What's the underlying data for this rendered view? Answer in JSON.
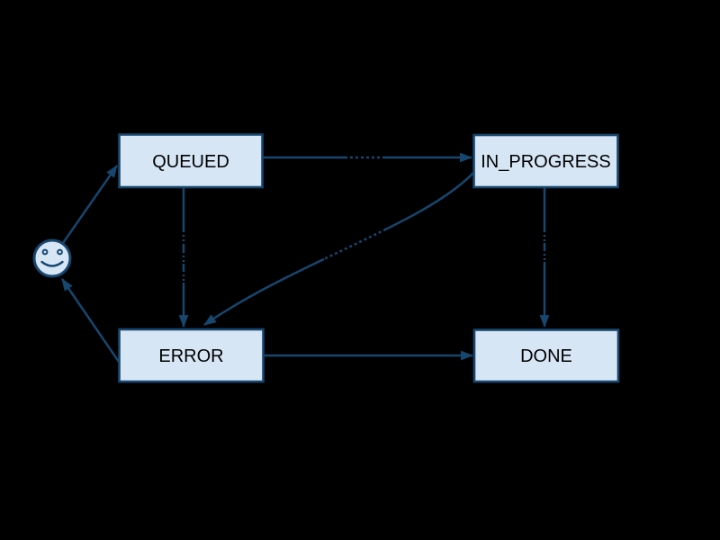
{
  "diagram": {
    "type": "state-diagram",
    "background": "#000000",
    "colors": {
      "node_fill": "#d6e6f5",
      "stroke": "#17466e",
      "node_text": "#000000"
    },
    "nodes": [
      {
        "id": "start",
        "kind": "smiley-face",
        "label": ""
      },
      {
        "id": "queued",
        "kind": "box",
        "label": "QUEUED"
      },
      {
        "id": "in_progress",
        "kind": "box",
        "label": "IN_PROGRESS"
      },
      {
        "id": "error",
        "kind": "box",
        "label": "ERROR"
      },
      {
        "id": "done",
        "kind": "box",
        "label": "DONE"
      }
    ],
    "edges": [
      {
        "from": "start",
        "to": "queued",
        "label_occluded": false
      },
      {
        "from": "queued",
        "to": "in_progress",
        "label_occluded": true
      },
      {
        "from": "queued",
        "to": "error",
        "label_occluded": true
      },
      {
        "from": "in_progress",
        "to": "error",
        "label_occluded": true
      },
      {
        "from": "in_progress",
        "to": "done",
        "label_occluded": true
      },
      {
        "from": "error",
        "to": "done",
        "label_occluded": false
      },
      {
        "from": "error",
        "to": "start",
        "label_occluded": false
      }
    ]
  }
}
